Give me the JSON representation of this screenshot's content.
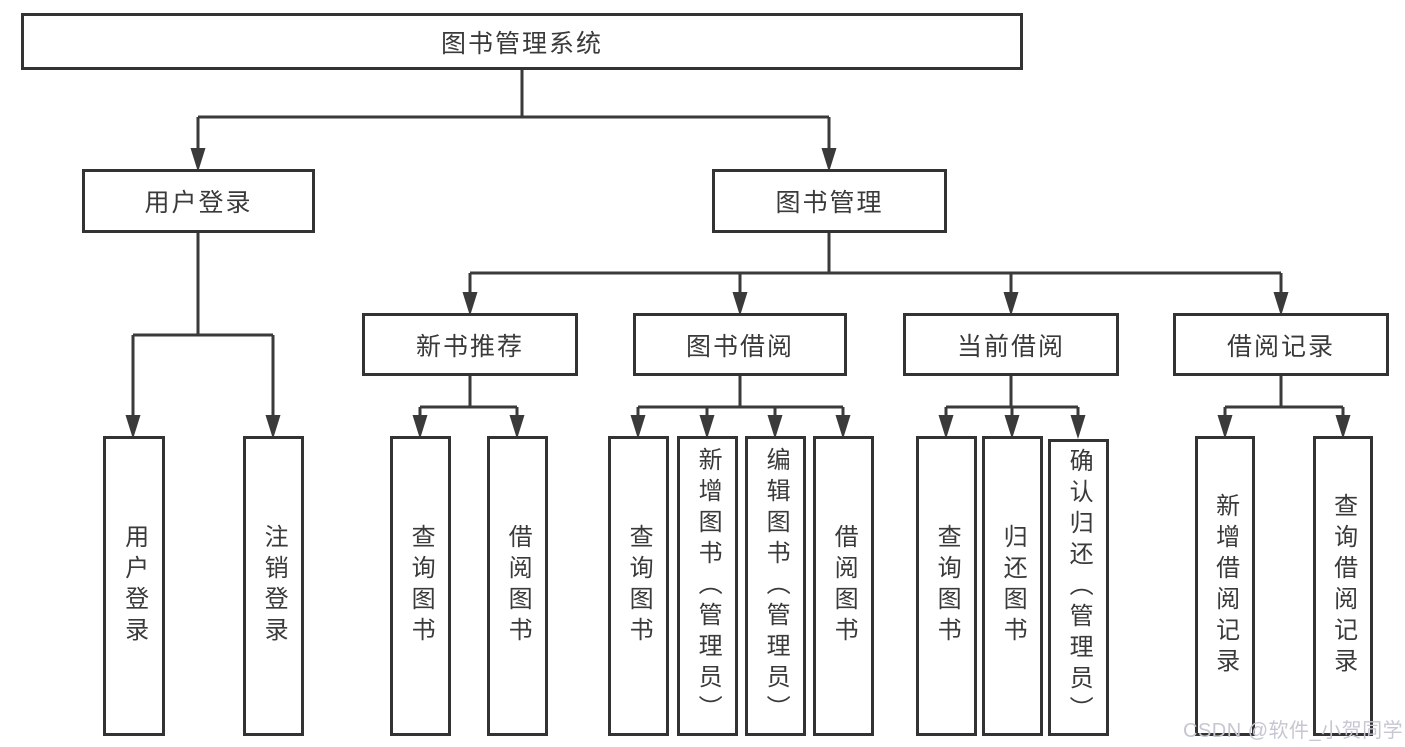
{
  "diagram": {
    "root": {
      "label": "图书管理系统"
    },
    "level2": [
      {
        "label": "用户登录"
      },
      {
        "label": "图书管理"
      }
    ],
    "modules": [
      {
        "label": "新书推荐"
      },
      {
        "label": "图书借阅"
      },
      {
        "label": "当前借阅"
      },
      {
        "label": "借阅记录"
      }
    ],
    "login_leaves": [
      {
        "label": "用户登录"
      },
      {
        "label": "注销登录"
      }
    ],
    "recommend_leaves": [
      {
        "label": "查询图书"
      },
      {
        "label": "借阅图书"
      }
    ],
    "borrow_leaves": [
      {
        "label": "查询图书"
      },
      {
        "label": "新增图书（管理员）"
      },
      {
        "label": "编辑图书（管理员）"
      },
      {
        "label": "借阅图书"
      }
    ],
    "current_leaves": [
      {
        "label": "查询图书"
      },
      {
        "label": "归还图书"
      },
      {
        "label": "确认归还（管理员）"
      }
    ],
    "record_leaves": [
      {
        "label": "新增借阅记录"
      },
      {
        "label": "查询借阅记录"
      }
    ]
  },
  "watermark": {
    "text": "CSDN @软件_小贺同学"
  },
  "colors": {
    "line": "#3a3a3a",
    "box_border": "#333333",
    "text": "#3a3a3a",
    "watermark": "#c6c7d2",
    "background": "#ffffff"
  }
}
